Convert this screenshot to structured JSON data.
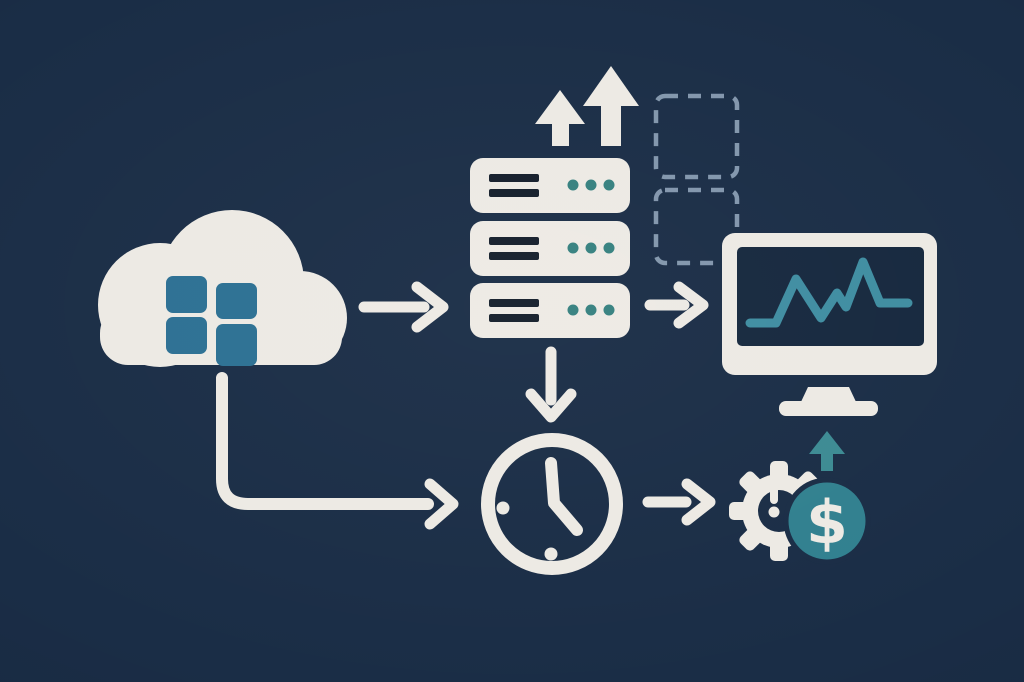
{
  "title": "Cloud infrastructure monitoring and cost optimization flow diagram",
  "colors": {
    "bg": "#1a2d46",
    "ink": "#edeae4",
    "accentBlue": "#2c7093",
    "serverDot": "#35807f",
    "serverBar": "#141e2b",
    "screen": "#16283e",
    "chartLine": "#3f8da1",
    "dashed": "#8296ac",
    "coin": "#31808f",
    "growArrow": "#3c8a93"
  },
  "diagram": {
    "nodes": [
      {
        "id": "cloud",
        "icon": "cloud-icon",
        "description": "cloud with 2x2 grid of blue app tiles"
      },
      {
        "id": "servers",
        "icon": "server-stack-icon",
        "description": "rack of 3 server units, each with two slot bars and three status dots"
      },
      {
        "id": "monitor",
        "icon": "monitor-icon",
        "description": "desktop monitor displaying a teal zigzag line graph"
      },
      {
        "id": "clock",
        "icon": "clock-icon",
        "description": "clock showing hands at roughly 12 and 4-5 with tick dots at 9 and 6"
      },
      {
        "id": "cost",
        "icon": "gear-dollar-icon",
        "description": "gear behind a teal dollar coin with a small teal up arrow above"
      }
    ],
    "edges": [
      {
        "from": "cloud",
        "to": "servers",
        "style": "straight-right-arrow"
      },
      {
        "from": "servers",
        "to": "monitor",
        "style": "straight-right-arrow"
      },
      {
        "from": "servers",
        "to": "clock",
        "style": "straight-down-arrow"
      },
      {
        "from": "cloud",
        "to": "clock",
        "style": "elbow-down-right-arrow"
      },
      {
        "from": "clock",
        "to": "cost",
        "style": "straight-right-arrow"
      }
    ],
    "decorations": [
      "two solid up arrows above the server stack",
      "two dashed placeholder squares between servers and monitor",
      "small teal growth arrow above the dollar coin"
    ]
  },
  "coin": {
    "symbol": "$"
  }
}
